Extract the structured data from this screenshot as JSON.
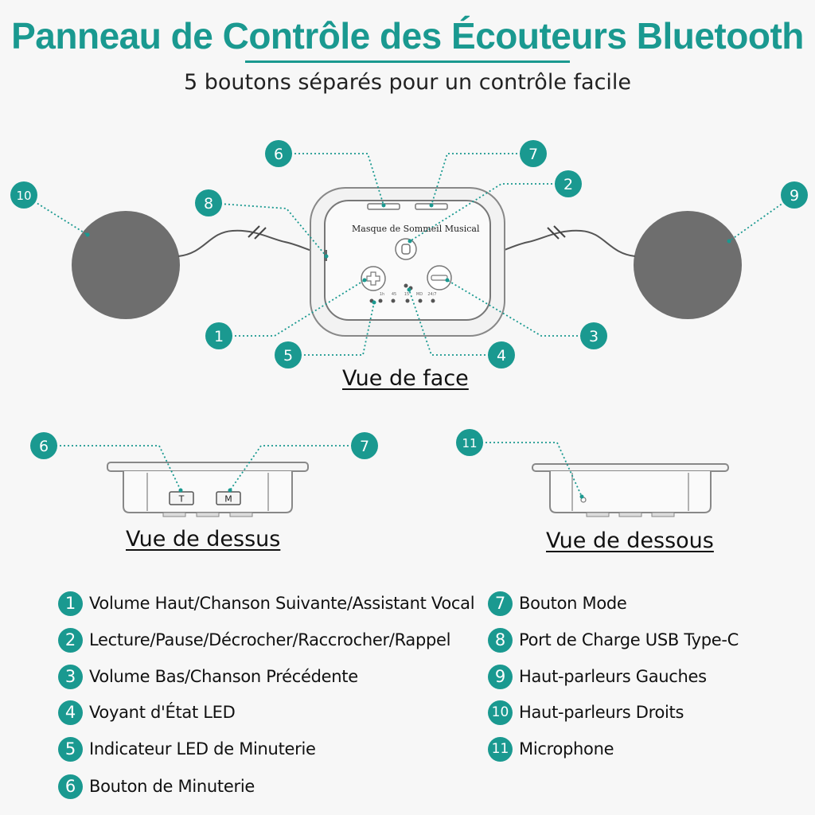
{
  "header": {
    "title": "Panneau de Contrôle des Écouteurs Bluetooth",
    "subtitle": "5 boutons séparés pour un contrôle facile"
  },
  "device": {
    "label": "Masque de Sommeil Musical",
    "led_labels": [
      "1h",
      "45",
      "15",
      "MD",
      "24/7"
    ],
    "top_button_letters": [
      "T",
      "M"
    ]
  },
  "views": {
    "front": "Vue de face",
    "top": "Vue de dessus",
    "bottom": "Vue de dessous"
  },
  "callouts": {
    "front": [
      "1",
      "2",
      "3",
      "4",
      "5",
      "6",
      "7",
      "8",
      "9",
      "10"
    ],
    "top": [
      "6",
      "7"
    ],
    "bottom": [
      "11"
    ]
  },
  "legend": [
    {
      "num": "1",
      "text": "Volume Haut/Chanson Suivante/Assistant Vocal"
    },
    {
      "num": "2",
      "text": "Lecture/Pause/Décrocher/Raccrocher/Rappel"
    },
    {
      "num": "3",
      "text": "Volume Bas/Chanson Précédente"
    },
    {
      "num": "4",
      "text": "Voyant d'État LED"
    },
    {
      "num": "5",
      "text": "Indicateur LED de Minuterie"
    },
    {
      "num": "6",
      "text": "Bouton de Minuterie"
    },
    {
      "num": "7",
      "text": "Bouton Mode"
    },
    {
      "num": "8",
      "text": "Port de Charge USB Type-C"
    },
    {
      "num": "9",
      "text": "Haut-parleurs Gauches"
    },
    {
      "num": "10",
      "text": "Haut-parleurs Droits"
    },
    {
      "num": "11",
      "text": "Microphone"
    }
  ],
  "colors": {
    "accent": "#1a9990",
    "speaker": "#6e6e6e",
    "outline": "#777777"
  }
}
